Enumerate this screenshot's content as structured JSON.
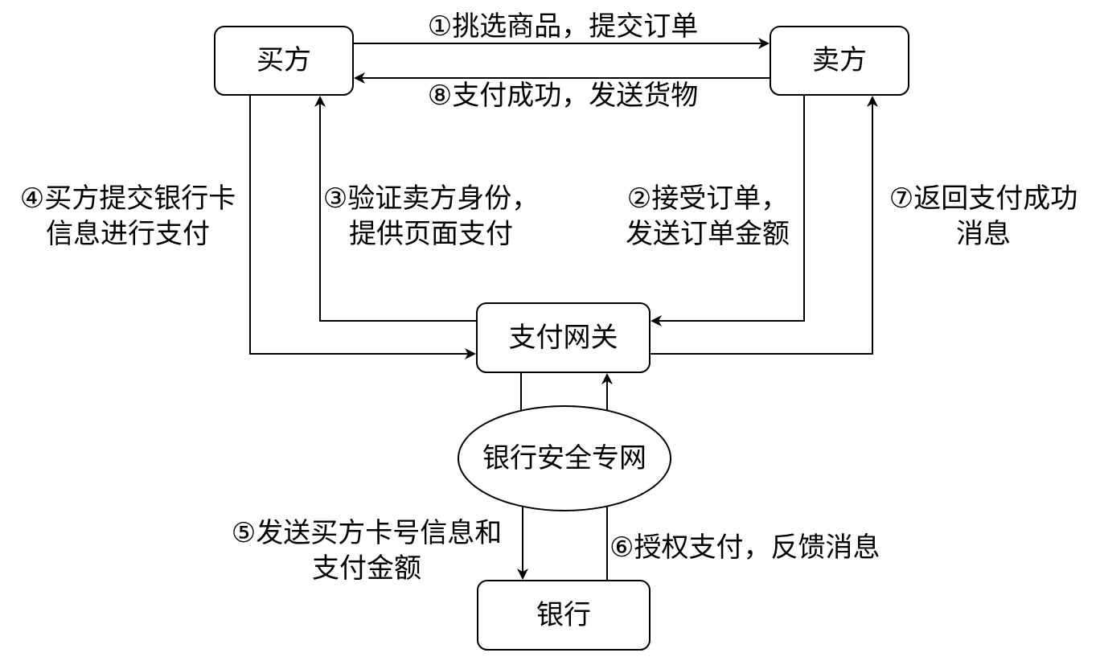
{
  "nodes": {
    "buyer": "买方",
    "seller": "卖方",
    "gateway": "支付网关",
    "bank_network": "银行安全专网",
    "bank": "银行"
  },
  "edges": {
    "e1": {
      "line1": "①挑选商品，提交订单"
    },
    "e8": {
      "line1": "⑧支付成功，发送货物"
    },
    "e4": {
      "line1": "④买方提交银行卡",
      "line2": "信息进行支付"
    },
    "e3": {
      "line1": "③验证卖方身份，",
      "line2": "提供页面支付"
    },
    "e2": {
      "line1": "②接受订单，",
      "line2": "发送订单金额"
    },
    "e7": {
      "line1": "⑦返回支付成功",
      "line2": "消息"
    },
    "e5": {
      "line1": "⑤发送买方卡号信息和",
      "line2": "支付金额"
    },
    "e6": {
      "line1": "⑥授权支付，反馈消息"
    }
  }
}
